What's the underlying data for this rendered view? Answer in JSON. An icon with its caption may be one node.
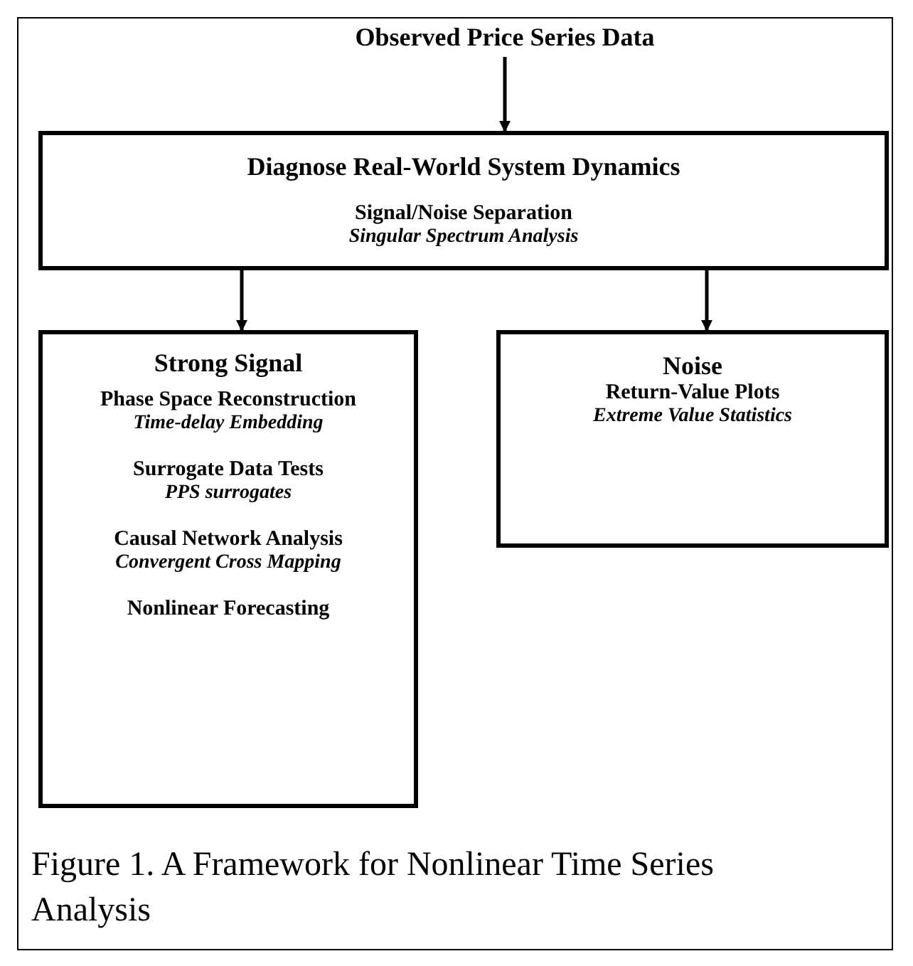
{
  "diagram": {
    "caption": "Figure 1.  A Framework for Nonlinear Time Series Analysis",
    "nodes": [
      {
        "text": [
          "Observed Price Series Data"
        ]
      },
      {
        "text": [
          "Diagnose Real-World System Dynamics",
          "Signal/Noise Separation",
          "Singular Spectrum Analysis"
        ]
      },
      {
        "text": [
          "Strong Signal",
          "Phase Space Reconstruction",
          "Time-delay Embedding",
          "Surrogate Data Tests",
          "PPS surrogates",
          "Causal Network Analysis",
          "Convergent Cross Mapping",
          "Nonlinear Forecasting"
        ]
      },
      {
        "text": [
          "Noise",
          "Return-Value Plots",
          "Extreme Value Statistics"
        ]
      }
    ],
    "edges": [
      {
        "from": 0,
        "to": 1,
        "arrow": "to"
      },
      {
        "from": 1,
        "to": 2,
        "arrow": "to"
      },
      {
        "from": 1,
        "to": 3,
        "arrow": "to"
      }
    ]
  }
}
